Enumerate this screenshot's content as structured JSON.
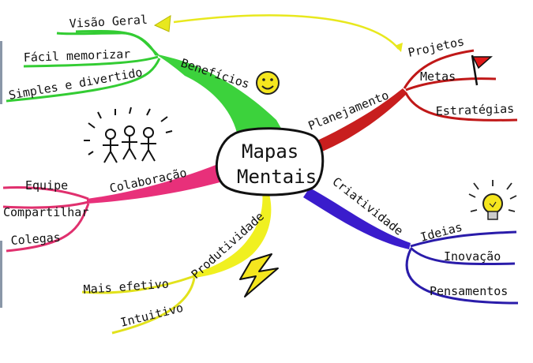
{
  "center": {
    "line1": "Mapas",
    "line2": "Mentais"
  },
  "branches": {
    "beneficios": {
      "label": "Benefícios",
      "color": "#3cd23c",
      "leaf_color": "#33cc33",
      "leaves": [
        "Visão Geral",
        "Fácil memorizar",
        "Simples e divertido"
      ]
    },
    "planejamento": {
      "label": "Planejamento",
      "color": "#c81e1e",
      "leaf_color": "#c01818",
      "leaves": [
        "Projetos",
        "Metas",
        "Estratégias"
      ]
    },
    "colaboracao": {
      "label": "Colaboração",
      "color": "#e8307a",
      "leaf_color": "#e0306e",
      "leaves": [
        "Equipe",
        "Compartilhar",
        "Colegas"
      ]
    },
    "criatividade": {
      "label": "Criatividade",
      "color": "#3a1ccc",
      "leaf_color": "#2a1caa",
      "leaves": [
        "Ideias",
        "Inovação",
        "Pensamentos"
      ]
    },
    "produtividade": {
      "label": "Produtividade",
      "color": "#f0f020",
      "leaf_color": "#e2e21c",
      "leaves": [
        "Mais efetivo",
        "Intuitivo"
      ]
    }
  },
  "icons": [
    "smiley-icon",
    "flag-icon",
    "people-icon",
    "lightbulb-icon",
    "lightning-icon",
    "arrow-icon"
  ]
}
